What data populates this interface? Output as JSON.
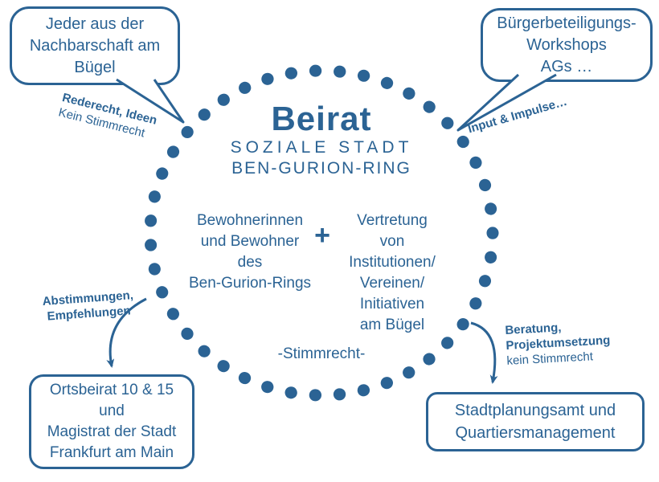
{
  "colors": {
    "accent_blue": "#2b6394",
    "background": "#ffffff"
  },
  "center": {
    "title": "Beirat",
    "subtitle1": "SOZIALE STADT",
    "subtitle2": "BEN-GURION-RING",
    "member_left": "Bewohnerinnen\nund Bewohner\ndes\nBen-Gurion-Rings",
    "plus": "+",
    "member_right": "Vertretung\nvon\nInstitutionen/\nVereinen/\nInitiativen\nam Bügel",
    "voting": "-Stimmrecht-"
  },
  "bubbles": {
    "top_left": "Jeder aus der\nNachbarschaft am\nBügel",
    "top_right": "Bürgerbeteiligungs-\nWorkshops\nAGs …"
  },
  "boxes": {
    "bottom_left": "Ortsbeirat 10 & 15\nund\nMagistrat der Stadt\nFrankfurt am Main",
    "bottom_right": "Stadtplanungsamt und\nQuartiersmanagement"
  },
  "notes": {
    "top_left_bold": "Rederecht, Ideen",
    "top_left_normal": "Kein Stimmrecht",
    "top_right_bold": "Input & Impulse…",
    "bottom_left_line1": "Abstimmungen,",
    "bottom_left_line2": "Empfehlungen",
    "bottom_right_bold1": "Beratung,",
    "bottom_right_bold2": "Projektumsetzung",
    "bottom_right_normal": "kein Stimmrecht"
  }
}
